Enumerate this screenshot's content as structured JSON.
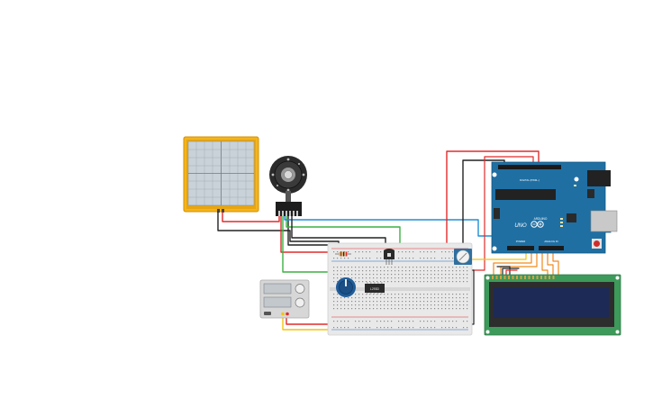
{
  "canvas": {
    "background": "#ffffff"
  },
  "colors": {
    "wire_red": "#e02b2b",
    "wire_black": "#222222",
    "wire_green": "#3cb043",
    "wire_blue": "#1f8fd6",
    "wire_yellow": "#f2c40f",
    "wire_orange": "#f08a1c",
    "arduino_board": "#1f6fa3",
    "lcd_board": "#3d9a5a",
    "lcd_screen": "#1c2a55",
    "breadboard": "#e9e9e9",
    "scope_frame": "#f5b41a",
    "scope_screen": "#c9d2d8"
  },
  "components": {
    "oscilloscope": {
      "icon": "oscilloscope-icon"
    },
    "motor": {
      "icon": "dc-motor-encoder-icon"
    },
    "breadboard": {
      "icon": "breadboard-icon"
    },
    "power_supply": {
      "icon": "power-supply-icon"
    },
    "potentiometer_large": {
      "icon": "potentiometer-icon"
    },
    "potentiometer_small": {
      "icon": "potentiometer-icon"
    },
    "h_bridge_ic": {
      "label": "L293D",
      "icon": "ic-chip-icon"
    },
    "transistor": {
      "icon": "transistor-icon"
    },
    "lcd": {
      "icon": "lcd-16x2-icon"
    },
    "arduino": {
      "icon": "arduino-uno-icon",
      "logo_text": "UNO",
      "brand_text": "ARDUINO",
      "digital_label": "DIGITAL (PWM~)",
      "analog_label": "ANALOG IN",
      "power_label": "POWER"
    }
  }
}
